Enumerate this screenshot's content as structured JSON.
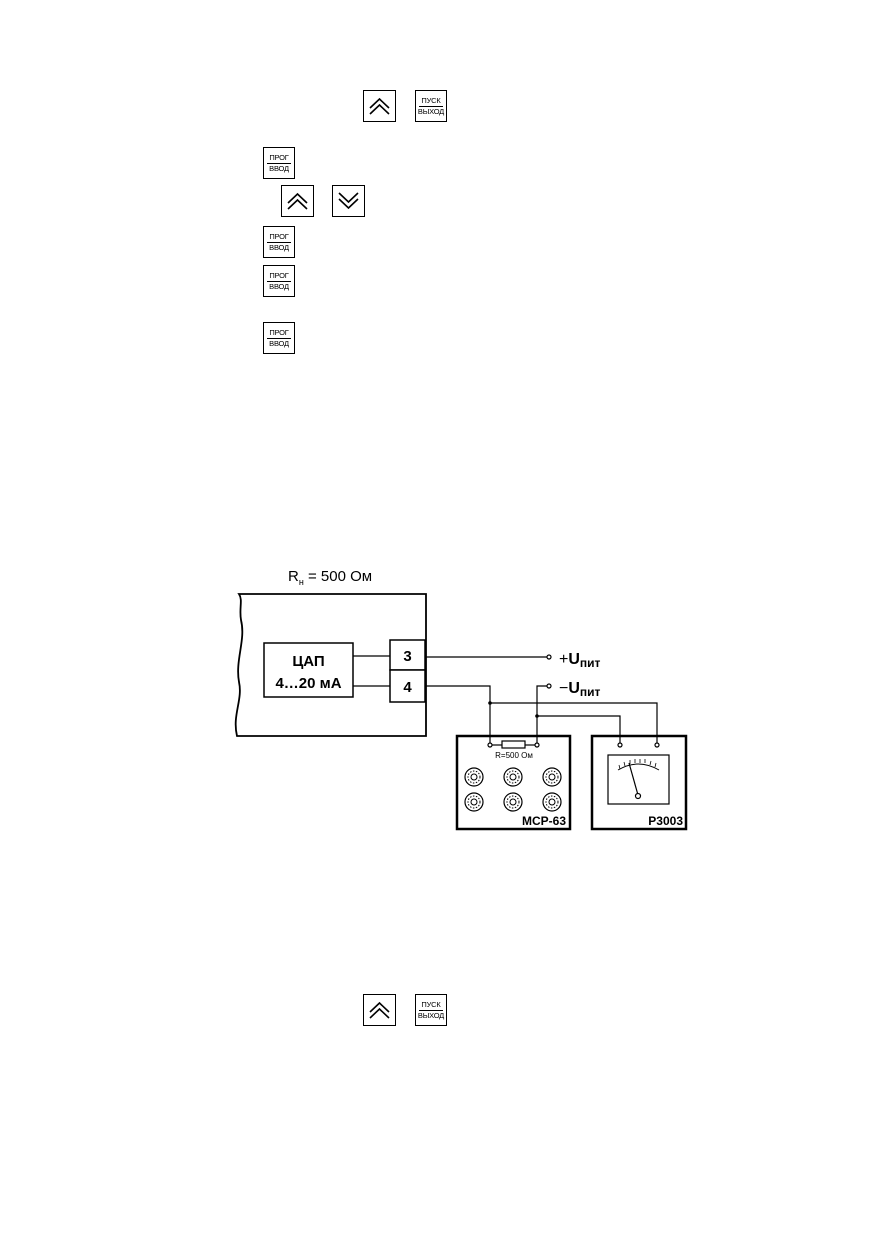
{
  "keys": {
    "prog_top": "ПРОГ",
    "prog_bottom": "ВВОД",
    "pusk_top": "ПУСК",
    "pusk_bottom": "ВЫХОД",
    "up_icon": "double-chevron-up-icon",
    "down_icon": "double-chevron-down-icon"
  },
  "diagram": {
    "load_label": "R",
    "load_subscript": "н",
    "load_value": " = 500 Ом",
    "dac_line1": "ЦАП",
    "dac_line2": "4…20 мА",
    "terminal_3": "3",
    "terminal_4": "4",
    "supply_plus_sign": "+",
    "supply_minus_sign": "−",
    "supply_symbol": "U",
    "supply_subscript": "пит",
    "resistor_label": "R=500 Ом",
    "box_left_label": "МСР-63",
    "box_right_label": "Р3003"
  }
}
